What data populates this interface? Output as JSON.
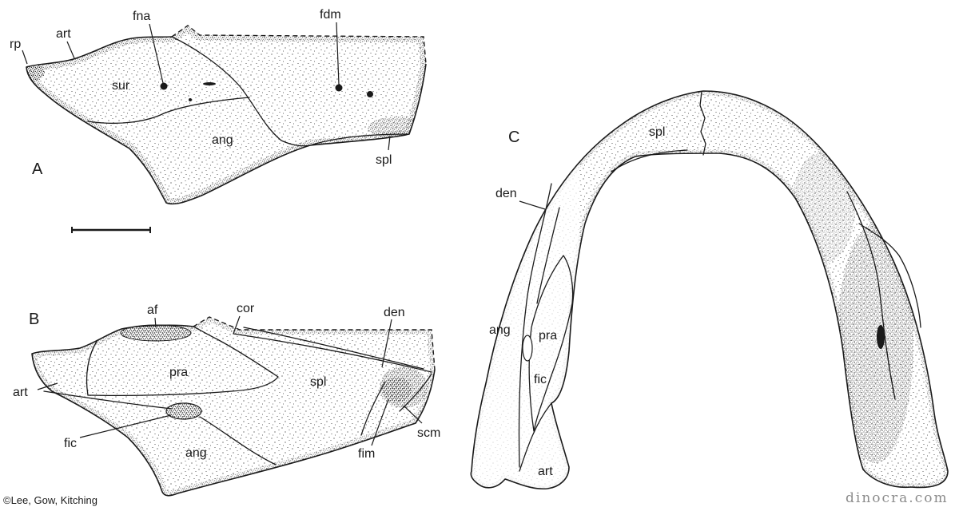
{
  "panels": {
    "a": {
      "letter": "A",
      "labels": {
        "rp": "rp",
        "art": "art",
        "fna": "fna",
        "fdm": "fdm",
        "sur": "sur",
        "ang": "ang",
        "spl": "spl"
      }
    },
    "b": {
      "letter": "B",
      "labels": {
        "af": "af",
        "cor": "cor",
        "den": "den",
        "art": "art",
        "pra": "pra",
        "spl": "spl",
        "fic": "fic",
        "ang": "ang",
        "fim": "fim",
        "scm": "scm"
      }
    },
    "c": {
      "letter": "C",
      "labels": {
        "spl": "spl",
        "den": "den",
        "ang": "ang",
        "pra": "pra",
        "fic": "fic",
        "art": "art"
      }
    }
  },
  "credit": "©Lee, Gow, Kitching",
  "watermark": "dinocra.com",
  "colors": {
    "ink": "#1a1a1a",
    "stipple": "#2a2a2a",
    "watermark": "#8c8c8c",
    "background": "#ffffff"
  }
}
